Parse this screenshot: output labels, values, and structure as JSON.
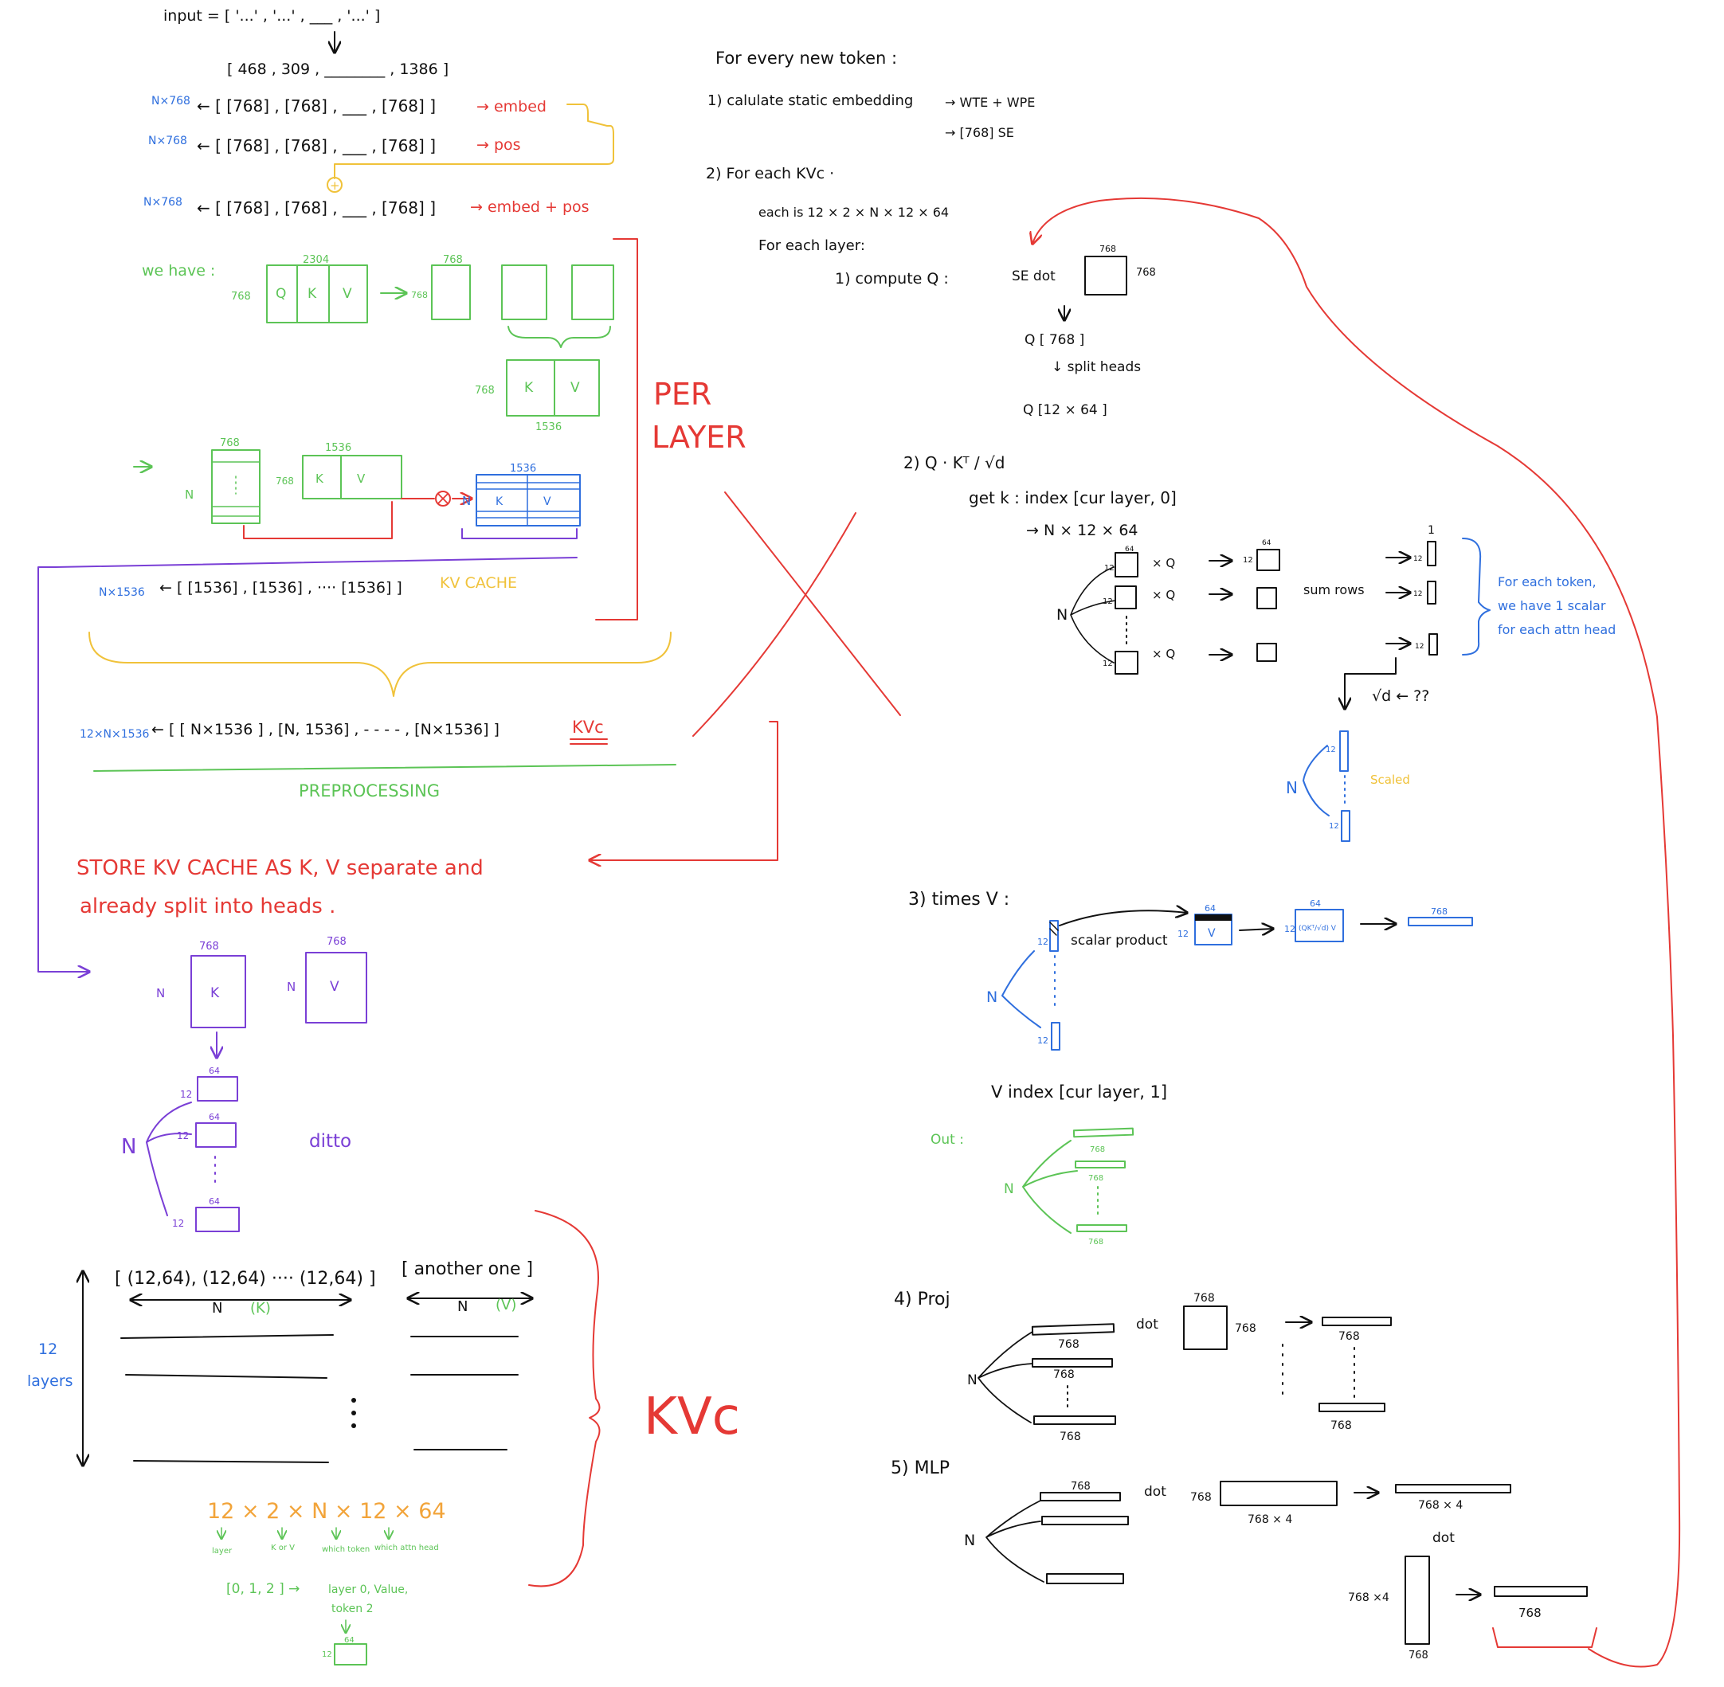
{
  "colors": {
    "black": "#111111",
    "red": "#e53935",
    "blue": "#2f6fde",
    "green": "#5cc456",
    "yellow": "#f0c23a",
    "purple": "#7a3fd6",
    "orange": "#f2a43a"
  },
  "left": {
    "input": "input = [ '...' , '...' , ___ , '...' ]",
    "token_ids": "[ 468 ,   309 ,   ________ , 1386 ]",
    "row_embed_dim": "N×768",
    "row_embed": "← [ [768] , [768] , ___ , [768] ]",
    "row_embed_tag": "→ embed",
    "row_pos_dim": "N×768",
    "row_pos": "← [ [768] , [768] , ___ , [768] ]",
    "row_pos_tag": "→ pos",
    "plus": "+",
    "row_sum_dim": "N×768",
    "row_sum": "← [ [768] , [768] , ___ , [768] ]",
    "row_sum_tag": "→ embed + pos",
    "we_have": "we have :",
    "qkv_top": "2304",
    "qkv_side": "768",
    "q": "Q",
    "k": "K",
    "v": "V",
    "arrow_768": "768",
    "box_768_top": "768",
    "kv_side": "768",
    "kv_bottom": "1536",
    "n_label": "N",
    "cache_768": "768",
    "cache_1536": "1536",
    "new_side": "768",
    "blue_1536": "1536",
    "blue_n": "N",
    "per_layer_1": "PER",
    "per_layer_2": "LAYER",
    "kv_cache_row_dim": "N×1536",
    "kv_cache_row": "← [ [1536] , [1536] , ···· [1536] ]",
    "kv_cache_label": "KV CACHE",
    "all_layers_dim": "12×N×1536",
    "all_layers": "← [ [ N×1536 ] ,  [N, 1536] ,  - - - - ,  [N×1536] ]",
    "kvc_small": "KVc",
    "preprocessing": "PREPROCESSING",
    "store_1": "STORE  KV  CACHE   AS   K, V  separate    and",
    "store_2": "already   split   into    heads .",
    "kbox_top": "768",
    "vbox_top": "768",
    "heads_64": "64",
    "heads_12": "12",
    "ditto": "ditto",
    "layer_row_1": "[ (12,64), (12,64) ···· (12,64) ]",
    "layer_row_n": "N",
    "layer_row_k": "(K)",
    "another_one": "[ another  one ]",
    "another_n": "N",
    "another_v": "(V)",
    "twelve": "12",
    "layers": "layers",
    "kvc_big": "KVc",
    "formula": "12 × 2 × N × 12 × 64",
    "f_layer": "layer",
    "f_korv": "K or V",
    "f_which_token": "which token",
    "f_which_head": "which attn head",
    "index_example": "[0,  1,  2 ] →",
    "index_meaning_1": "layer 0,  Value,",
    "index_meaning_2": "token 2",
    "index_box_64": "64",
    "index_box_12": "12"
  },
  "right": {
    "title": "For   every   new   token :",
    "s1": "1)  calulate    static   embedding",
    "s1_a": "→    WTE + WPE",
    "s1_b": "→    [768]      SE",
    "s2": "2)    For  each  KVc ·",
    "s2_each": "each   is    12 × 2 × N × 12 × 64",
    "s2_for": "For   each   layer:",
    "s2_1": "1)  compute  Q   :",
    "se_dot": "SE   dot",
    "w_top": "768",
    "w_side": "768",
    "q_768": "Q [ 768 ]",
    "split_heads": "↓ split  heads",
    "q_12x64": "Q  [12 × 64 ]",
    "s2_2": "2)  Q · Kᵀ / √d",
    "get_k": "get  k :    index   [cur  layer, 0]",
    "n12x64": "→    N × 12 × 64",
    "x_q": "× Q",
    "x_q2": "× Q",
    "x_q3": "× Q",
    "sum_rows": "sum  rows",
    "one": "1",
    "twelve_small": "12",
    "sixty_four": "64",
    "n": "N",
    "note_1": "For  each  token,",
    "note_2": "we   have  1  scalar",
    "note_3": "for  each  attn  head",
    "sqrt_d": "√d  ←  ??",
    "scaled": "Scaled",
    "s3": "3)  times  V :",
    "scalar_product": "scalar  product",
    "v_64": "64",
    "v_label": "V",
    "qk_v": "(QKᵀ/√d) V",
    "out_768": "768",
    "v_index": "V  index   [cur  layer,  1]",
    "out": "Out :",
    "out_a": "768",
    "s4": "4)  Proj",
    "proj_768": "768",
    "dot": "dot",
    "proj_w_top": "768",
    "proj_w_side": "768",
    "s5": "5)  MLP",
    "mlp_768": "768",
    "mlp_dot": "dot",
    "mlp_side": "768",
    "mlp_w": "768 × 4",
    "mlp_out": "768 × 4",
    "mlp_dot2": "dot",
    "mlp_w2_side": "768 ×4",
    "mlp_w2_bottom": "768",
    "final_768": "768"
  }
}
